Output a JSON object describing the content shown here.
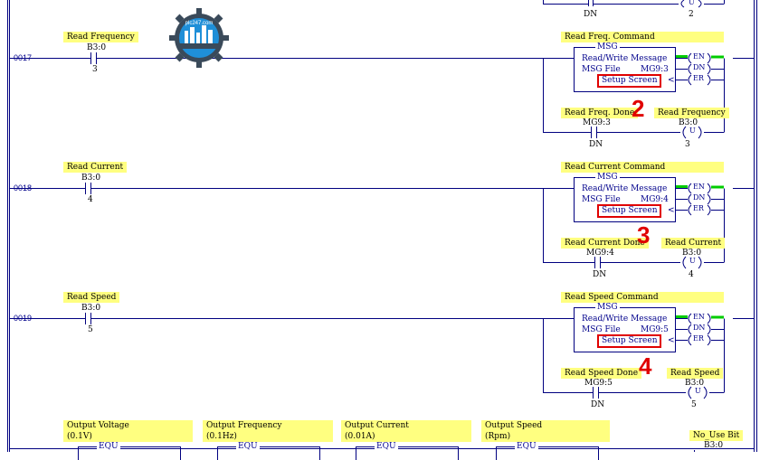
{
  "logo": {
    "text": "plc247.com"
  },
  "top": {
    "dn": "DN",
    "num": "2",
    "coil": "U"
  },
  "rungs": [
    {
      "number": "0017",
      "input_tag": "Read Frequency",
      "input_addr": "B3:0",
      "input_bit": "3",
      "msg_tag": "Read Freq. Command",
      "msg_title": "MSG",
      "msg_type": "Read/Write Message",
      "msg_file_label": "MSG File",
      "msg_file": "MG9:3",
      "setup": "Setup Screen",
      "arrow": "<",
      "outs": [
        "EN",
        "DN",
        "ER"
      ],
      "done_tag": "Read Freq. Done",
      "done_addr": "MG9:3",
      "done_bit": "DN",
      "annot": "2",
      "coil_tag": "Read Frequency",
      "coil_addr": "B3:0",
      "coil_type": "U",
      "coil_bit": "3"
    },
    {
      "number": "0018",
      "input_tag": "Read Current",
      "input_addr": "B3:0",
      "input_bit": "4",
      "msg_tag": "Read Current Command",
      "msg_title": "MSG",
      "msg_type": "Read/Write Message",
      "msg_file_label": "MSG File",
      "msg_file": "MG9:4",
      "setup": "Setup Screen",
      "arrow": "<",
      "outs": [
        "EN",
        "DN",
        "ER"
      ],
      "done_tag": "Read Current Done",
      "done_addr": "MG9:4",
      "done_bit": "DN",
      "annot": "3",
      "coil_tag": "Read Current",
      "coil_addr": "B3:0",
      "coil_type": "U",
      "coil_bit": "4"
    },
    {
      "number": "0019",
      "input_tag": "Read Speed",
      "input_addr": "B3:0",
      "input_bit": "5",
      "msg_tag": "Read Speed Command",
      "msg_title": "MSG",
      "msg_type": "Read/Write Message",
      "msg_file_label": "MSG File",
      "msg_file": "MG9:5",
      "setup": "Setup Screen",
      "arrow": "<",
      "outs": [
        "EN",
        "DN",
        "ER"
      ],
      "done_tag": "Read Speed Done",
      "done_addr": "MG9:5",
      "done_bit": "DN",
      "annot": "4",
      "coil_tag": "Read Speed",
      "coil_addr": "B3:0",
      "coil_type": "U",
      "coil_bit": "5"
    }
  ],
  "bottom": {
    "outputs": [
      {
        "line1": "Output Voltage",
        "line2": "(0.1V)",
        "box": "EQU"
      },
      {
        "line1": "Output Frequency",
        "line2": "(0.1Hz)",
        "box": "EQU"
      },
      {
        "line1": "Output Current",
        "line2": "(0.01A)",
        "box": "EQU"
      },
      {
        "line1": "Output Speed",
        "line2": "(Rpm)",
        "box": "EQU"
      }
    ],
    "no_use_tag": "No_Use Bit",
    "no_use_addr": "B3:0"
  },
  "colors": {
    "wire": "#000080",
    "tag_bg": "#ffff80",
    "annot": "#e00000",
    "enable": "#00cc00"
  }
}
